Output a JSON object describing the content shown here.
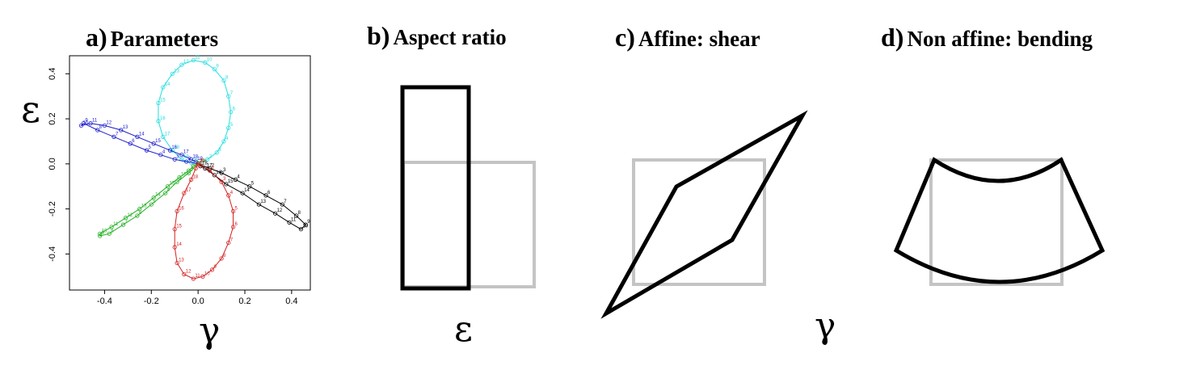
{
  "panels": {
    "a": {
      "letter": "a)",
      "title": "Parameters"
    },
    "b": {
      "letter": "b)",
      "title": "Aspect ratio"
    },
    "c": {
      "letter": "c)",
      "title": "Affine: shear"
    },
    "d": {
      "letter": "d)",
      "title": "Non affine: bending"
    }
  },
  "symbols": {
    "epsilon": "ε",
    "gamma": "γ"
  },
  "colors": {
    "cyan": "#22dede",
    "blue": "#1a1acc",
    "green": "#22b022",
    "red": "#d42020",
    "black": "#000000",
    "reference_square": "#c4c4c4"
  },
  "chart_data": {
    "type": "line",
    "xlabel": "γ",
    "ylabel": "ε",
    "xlim": [
      -0.55,
      0.48
    ],
    "ylim": [
      -0.56,
      0.48
    ],
    "xticks": [
      -0.4,
      -0.2,
      0.0,
      0.2,
      0.4
    ],
    "xtick_labels": [
      "-0.4",
      "-0.2",
      "0.0",
      "0.2",
      "0.4"
    ],
    "yticks": [
      -0.4,
      -0.2,
      0.0,
      0.2,
      0.4
    ],
    "ytick_labels": [
      "-0.4",
      "-0.2",
      "0.0",
      "0.2",
      "0.4"
    ],
    "point_labels": [
      "1",
      "2",
      "3",
      "4",
      "5",
      "6",
      "7",
      "8",
      "9",
      "10",
      "11",
      "12",
      "13",
      "14",
      "15",
      "16",
      "17",
      "18",
      "19",
      "20"
    ],
    "series": [
      {
        "color": "#22dede",
        "x": [
          0.0,
          0.04,
          0.08,
          0.11,
          0.13,
          0.14,
          0.13,
          0.11,
          0.07,
          0.03,
          -0.02,
          -0.07,
          -0.11,
          -0.15,
          -0.17,
          -0.17,
          -0.15,
          -0.11,
          -0.07,
          -0.03
        ],
        "y": [
          0.0,
          0.02,
          0.05,
          0.1,
          0.16,
          0.23,
          0.3,
          0.37,
          0.42,
          0.45,
          0.46,
          0.44,
          0.4,
          0.34,
          0.27,
          0.19,
          0.12,
          0.06,
          0.02,
          0.005
        ]
      },
      {
        "color": "#1a1acc",
        "x": [
          0.0,
          -0.05,
          -0.1,
          -0.16,
          -0.22,
          -0.29,
          -0.36,
          -0.43,
          -0.49,
          -0.5,
          -0.46,
          -0.4,
          -0.33,
          -0.26,
          -0.19,
          -0.12,
          -0.07,
          -0.03,
          -0.01,
          0.0
        ],
        "y": [
          0.0,
          0.01,
          0.02,
          0.04,
          0.06,
          0.09,
          0.12,
          0.15,
          0.18,
          0.17,
          0.18,
          0.17,
          0.15,
          0.12,
          0.09,
          0.06,
          0.04,
          0.02,
          0.01,
          0.0
        ]
      },
      {
        "color": "#000000",
        "x": [
          0.0,
          0.05,
          0.1,
          0.16,
          0.22,
          0.29,
          0.36,
          0.42,
          0.46,
          0.44,
          0.39,
          0.33,
          0.26,
          0.19,
          0.12,
          0.07,
          0.03,
          0.01,
          0.0,
          0.0
        ],
        "y": [
          0.0,
          -0.02,
          -0.04,
          -0.07,
          -0.1,
          -0.14,
          -0.18,
          -0.23,
          -0.27,
          -0.29,
          -0.26,
          -0.22,
          -0.18,
          -0.13,
          -0.09,
          -0.05,
          -0.02,
          -0.01,
          0.0,
          0.0
        ]
      },
      {
        "color": "#22b022",
        "x": [
          0.0,
          -0.04,
          -0.09,
          -0.14,
          -0.2,
          -0.26,
          -0.32,
          -0.38,
          -0.42,
          -0.42,
          -0.37,
          -0.31,
          -0.25,
          -0.19,
          -0.13,
          -0.08,
          -0.04,
          -0.02,
          0.0,
          0.0
        ],
        "y": [
          0.0,
          -0.04,
          -0.08,
          -0.13,
          -0.18,
          -0.23,
          -0.27,
          -0.31,
          -0.32,
          -0.31,
          -0.28,
          -0.24,
          -0.2,
          -0.15,
          -0.1,
          -0.06,
          -0.03,
          -0.01,
          0.0,
          0.0
        ]
      },
      {
        "color": "#d42020",
        "x": [
          0.0,
          0.05,
          0.1,
          0.13,
          0.15,
          0.15,
          0.13,
          0.1,
          0.06,
          0.02,
          -0.02,
          -0.06,
          -0.09,
          -0.1,
          -0.1,
          -0.09,
          -0.06,
          -0.03,
          -0.01,
          0.0
        ],
        "y": [
          0.0,
          -0.03,
          -0.08,
          -0.14,
          -0.21,
          -0.28,
          -0.35,
          -0.42,
          -0.47,
          -0.5,
          -0.51,
          -0.49,
          -0.44,
          -0.37,
          -0.29,
          -0.21,
          -0.13,
          -0.07,
          -0.02,
          0.0
        ]
      }
    ]
  }
}
